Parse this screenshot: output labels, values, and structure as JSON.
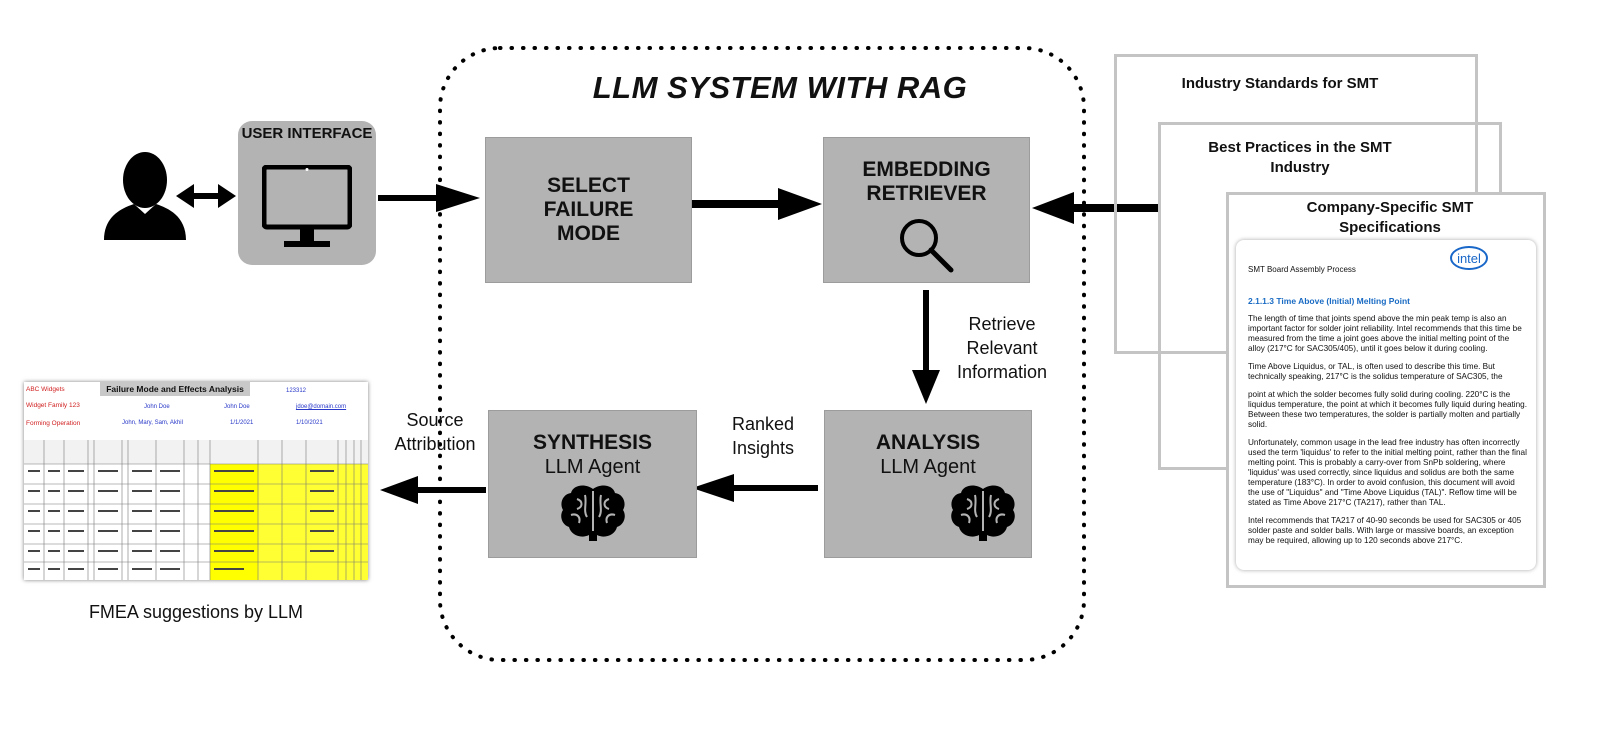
{
  "title": "LLM SYSTEM WITH RAG",
  "user_interface": {
    "label": "USER INTERFACE"
  },
  "select_failure_mode": {
    "title": "SELECT FAILURE MODE"
  },
  "embedding_retriever": {
    "title": "EMBEDDING RETRIEVER"
  },
  "analysis": {
    "title": "ANALYSIS",
    "subtitle": "LLM Agent"
  },
  "synthesis": {
    "title": "SYNTHESIS",
    "subtitle": "LLM Agent"
  },
  "labels": {
    "retrieve": "Retrieve Relevant Information",
    "ranked": "Ranked Insights",
    "source": "Source Attribution"
  },
  "documents": [
    {
      "title": "Industry Standards for SMT"
    },
    {
      "title": "Best Practices in the SMT Industry"
    },
    {
      "title": "Company-Specific SMT Specifications"
    }
  ],
  "spec_page": {
    "header": "SMT Board Assembly Process",
    "logo": "intel",
    "section": "2.1.1.3     Time Above (Initial) Melting Point",
    "paragraphs": [
      "The length of time that joints spend above the min peak temp is also an important factor for solder joint reliability.  Intel recommends that this time be measured from the time a joint goes above the initial melting point of the alloy (217°C for SAC305/405), until it goes below it during cooling.",
      "Time Above Liquidus, or TAL, is often used to describe this time.  But technically speaking, 217°C is the solidus temperature of SAC305, the",
      "point at which the solder becomes fully solid during cooling.  220°C is the liquidus temperature, the point at which it becomes fully liquid during heating.  Between these two temperatures, the solder is partially molten and partially solid.",
      "Unfortunately, common usage in the lead free industry has often incorrectly used the term 'liquidus' to refer to the initial melting point, rather than the final melting point.  This is probably a carry-over from SnPb soldering, where 'liquidus' was used correctly, since liquidus and solidus are both the same temperature (183°C).  In order to avoid confusion, this document will avoid the use of \"Liquidus\" and \"Time Above Liquidus (TAL)\".  Reflow time will be stated as Time Above 217°C (TA217), rather than TAL.",
      "Intel recommends that TA217 of 40-90 seconds be used for SAC305 or 405 solder paste and solder balls.  With large or massive boards, an exception may be required, allowing up to 120 seconds above 217°C."
    ]
  },
  "fmea": {
    "title": "Failure Mode and Effects Analysis",
    "company": "ABC Widgets",
    "part": "Widget Family 123",
    "process": "Forming Operation",
    "fmea_number": "123312",
    "owner": "John Doe",
    "owner2": "John Doe",
    "email": "jdoe@domain.com",
    "team": "John, Mary, Sam, Akhil",
    "date1": "1/1/2021",
    "date2": "1/10/2021"
  },
  "caption": "FMEA suggestions by LLM",
  "colors": {
    "box": "#b3b3b3",
    "highlight": "#ffff33",
    "link": "#1a6bc4"
  }
}
